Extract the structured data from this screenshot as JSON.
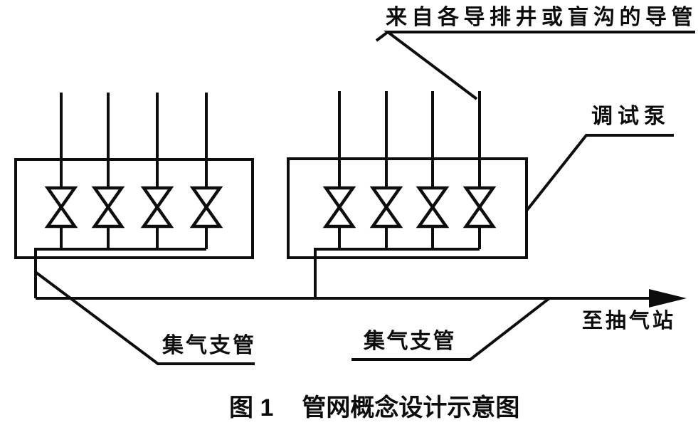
{
  "figure": {
    "background": "#ffffff",
    "ink": "#0d0d0d",
    "valve_groups": 2,
    "valves_per_group": 4
  },
  "annotations": {
    "inlet_label": "来自各导排井或盲沟的导管",
    "pump_label": "调试泵",
    "branch_label_left": "集气支管",
    "branch_label_right": "集气支管",
    "outlet_label": "至抽气站"
  },
  "caption": {
    "figure_number": "图 1",
    "title": "管网概念设计示意图"
  },
  "icons": {
    "valve": "hourglass-gate-valve-symbol",
    "flow_arrow": "filled-right-arrowhead"
  }
}
